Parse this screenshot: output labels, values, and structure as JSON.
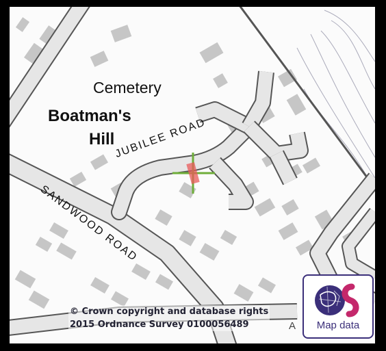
{
  "labels": {
    "area_primary": "Cemetery",
    "area_secondary_line1": "Boatman's",
    "area_secondary_line2": "Hill",
    "road_1": "JUBILEE ROAD",
    "road_2": "SANDWOOD ROAD",
    "road_3": "A"
  },
  "attribution": {
    "line1": "© Crown copyright and database rights",
    "line2": "2015 Ordnance Survey 0100056489"
  },
  "badge": {
    "label": "Map data",
    "logo_icon": "ordnance-survey-logo-icon"
  },
  "marker": {
    "icon": "location-crosshair-icon",
    "color_crosshair": "#6fae3a",
    "color_pin": "#e85a5a"
  },
  "colors": {
    "background": "#fbfbfb",
    "road_fill": "#e6e6e6",
    "road_outline": "#555555",
    "building": "#c6c6c6",
    "brand": "#3b2f7a",
    "brand_accent": "#c4286b"
  }
}
